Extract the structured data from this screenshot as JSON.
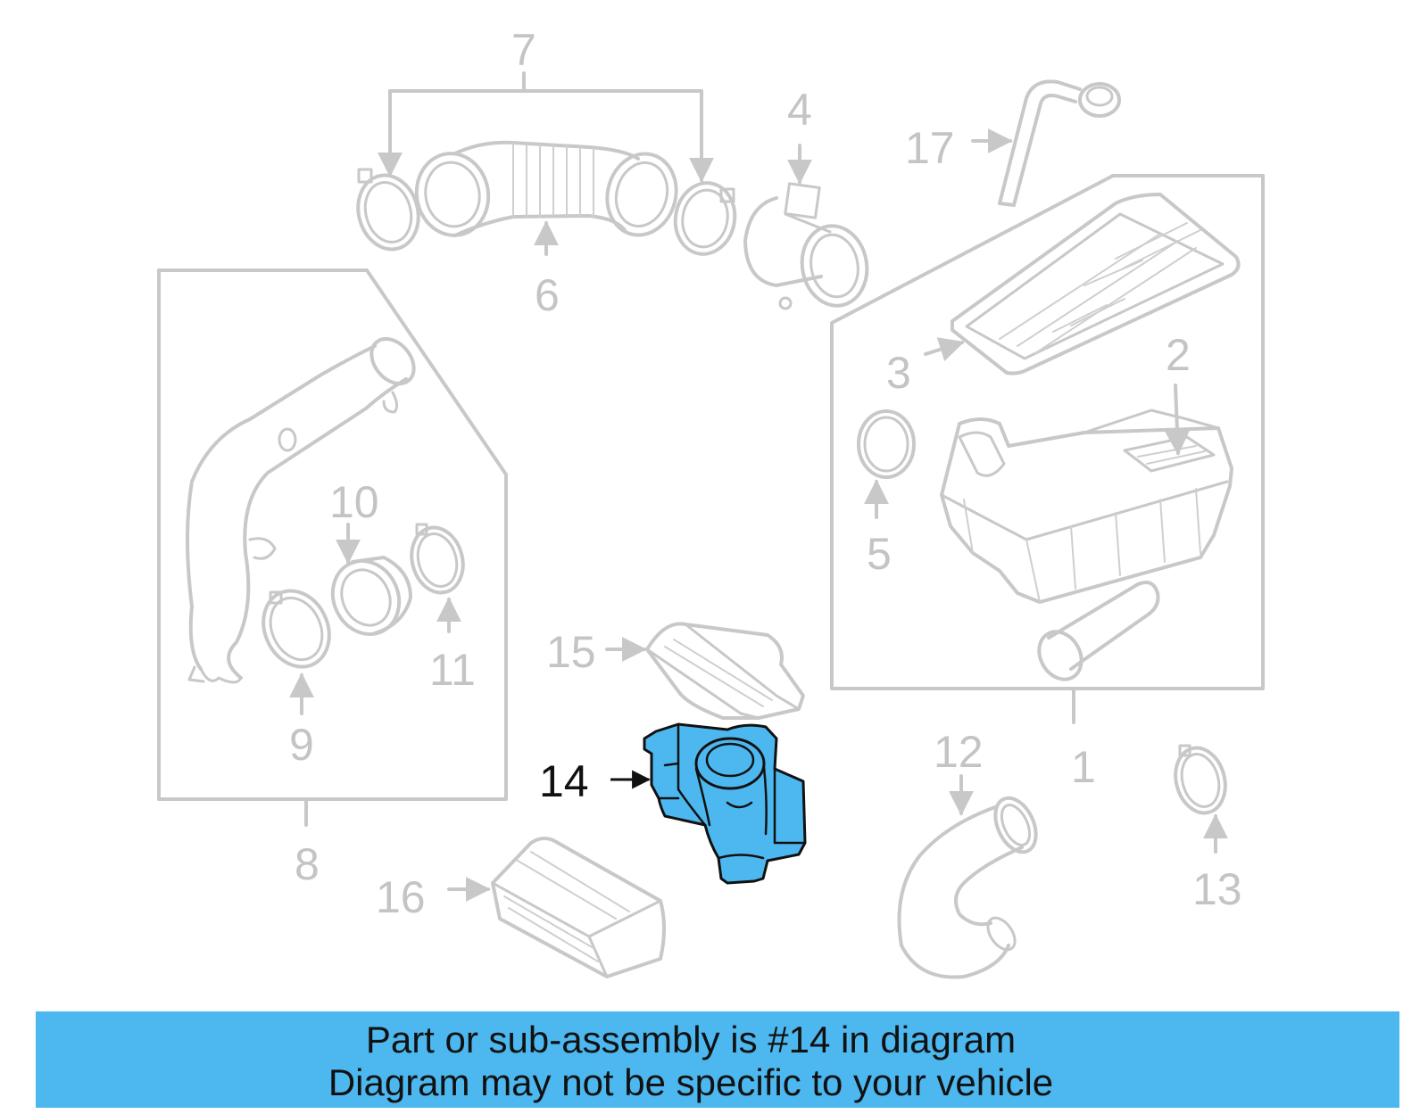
{
  "diagram": {
    "callouts": [
      {
        "id": "1",
        "label": "1"
      },
      {
        "id": "2",
        "label": "2"
      },
      {
        "id": "3",
        "label": "3"
      },
      {
        "id": "4",
        "label": "4"
      },
      {
        "id": "5",
        "label": "5"
      },
      {
        "id": "6",
        "label": "6"
      },
      {
        "id": "7",
        "label": "7"
      },
      {
        "id": "8",
        "label": "8"
      },
      {
        "id": "9",
        "label": "9"
      },
      {
        "id": "10",
        "label": "10"
      },
      {
        "id": "11",
        "label": "11"
      },
      {
        "id": "12",
        "label": "12"
      },
      {
        "id": "13",
        "label": "13"
      },
      {
        "id": "14",
        "label": "14"
      },
      {
        "id": "15",
        "label": "15"
      },
      {
        "id": "16",
        "label": "16"
      },
      {
        "id": "17",
        "label": "17"
      }
    ],
    "highlighted_part": "14",
    "highlight_color": "#4db8f0",
    "line_color": "#c8c8c8"
  },
  "banner": {
    "line1": "Part or sub-assembly is #14 in diagram",
    "line2": "Diagram may not be specific to your vehicle",
    "background": "#4db8f0"
  }
}
